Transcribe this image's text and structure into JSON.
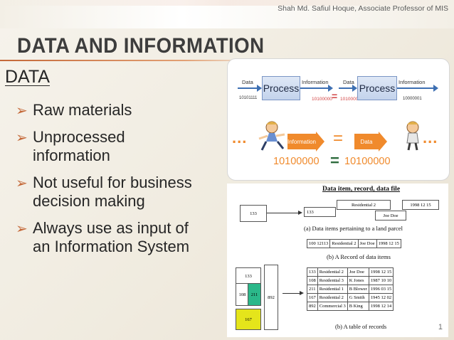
{
  "header": {
    "author": "Shah Md. Safiul Hoque, Associate Professor of MIS"
  },
  "slide": {
    "title": "DATA AND INFORMATION",
    "heading": "DATA",
    "bullets": [
      {
        "lines": [
          "Raw materials"
        ]
      },
      {
        "lines": [
          "Unprocessed",
          "information"
        ]
      },
      {
        "lines": [
          "Not useful for business",
          "decision making"
        ]
      },
      {
        "lines": [
          "Always use as input of",
          "an Information System"
        ]
      }
    ],
    "page_number": "1"
  },
  "process_diagram": {
    "label_data": "Data",
    "label_information": "Information",
    "process_label": "Process",
    "binary_in": "10101111",
    "binary_mid_left": "10100000",
    "binary_mid_right": "10100000",
    "binary_out": "10000001",
    "arrow_information": "Information",
    "arrow_data": "Data",
    "ellipsis": "...",
    "equals": "=",
    "big_left": "10100000",
    "big_right": "10100000"
  },
  "records_diagram": {
    "title": "Data item, record, data file",
    "item_box": "133",
    "row1": [
      "Residential 2",
      "1998 12 15"
    ],
    "joe": "Joe Doe",
    "caption_a": "(a) Data items pertaining to a land parcel",
    "record": [
      "100 12113",
      "Residential 2",
      "Joe Doe",
      "1998 12 15"
    ],
    "caption_b": "(b) A Record of data items",
    "stack": {
      "top": "133",
      "left": "108",
      "mid": "211",
      "tall": "892",
      "bottom": "167"
    },
    "table": [
      [
        "133",
        "Residential 2",
        "Joe Doe",
        "1998 12 15"
      ],
      [
        "108",
        "Residential 3",
        "K Jones",
        "1987 10 10"
      ],
      [
        "211",
        "Residential 1",
        "B Blower",
        "1996 03 15"
      ],
      [
        "167",
        "Residential 2",
        "G Smith",
        "1945 12 02"
      ],
      [
        "892",
        "Commercial 3",
        "B King",
        "1998 12 14"
      ]
    ],
    "caption_c": "(b) A table of records"
  },
  "colors": {
    "accent": "#c46838",
    "process_blue": "#3d6fb2",
    "highlight_orange": "#f08a2c",
    "red": "#d24545",
    "green": "#2c6b3c"
  }
}
